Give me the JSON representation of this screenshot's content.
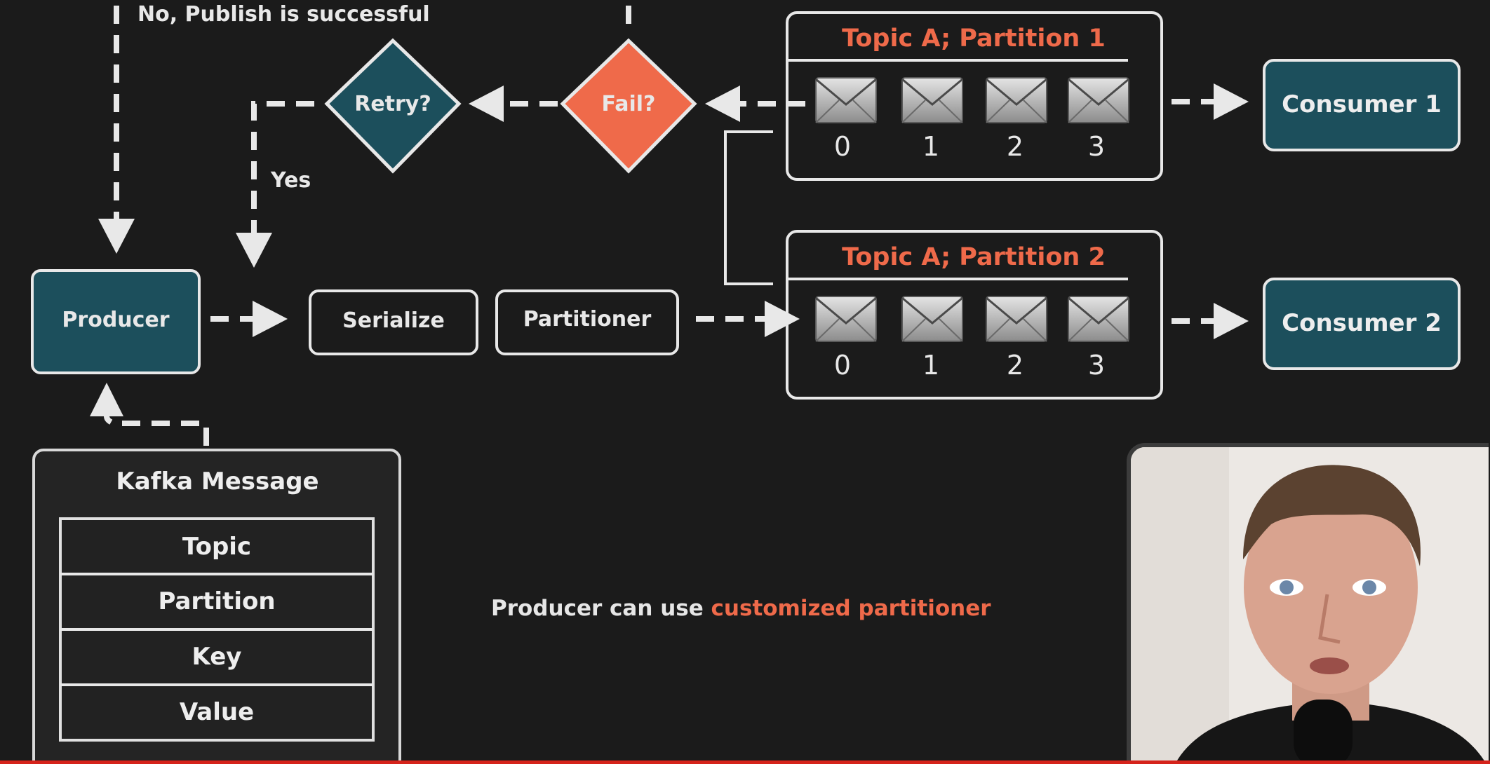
{
  "diagram": {
    "top_note": "No, Publish is successful",
    "yes_label": "Yes",
    "nodes": {
      "producer": "Producer",
      "serialize": "Serialize",
      "partitioner": "Partitioner",
      "retry": "Retry?",
      "fail": "Fail?",
      "consumer1": "Consumer 1",
      "consumer2": "Consumer 2"
    },
    "partitions": [
      {
        "title": "Topic A; Partition 1",
        "offsets": [
          "0",
          "1",
          "2",
          "3"
        ]
      },
      {
        "title": "Topic A; Partition 2",
        "offsets": [
          "0",
          "1",
          "2",
          "3"
        ]
      }
    ],
    "kafka_message": {
      "title": "Kafka Message",
      "fields": [
        "Topic",
        "Partition",
        "Key",
        "Value"
      ]
    },
    "caption": {
      "prefix": "Producer can use ",
      "highlight": "customized partitioner"
    }
  },
  "colors": {
    "background": "#1b1b1b",
    "teal": "#1c4f5c",
    "orange": "#ef6a4a",
    "line": "#e8e8e8"
  },
  "webcam": {
    "subject": "presenter"
  },
  "video": {
    "progress_fraction": 1.0
  }
}
